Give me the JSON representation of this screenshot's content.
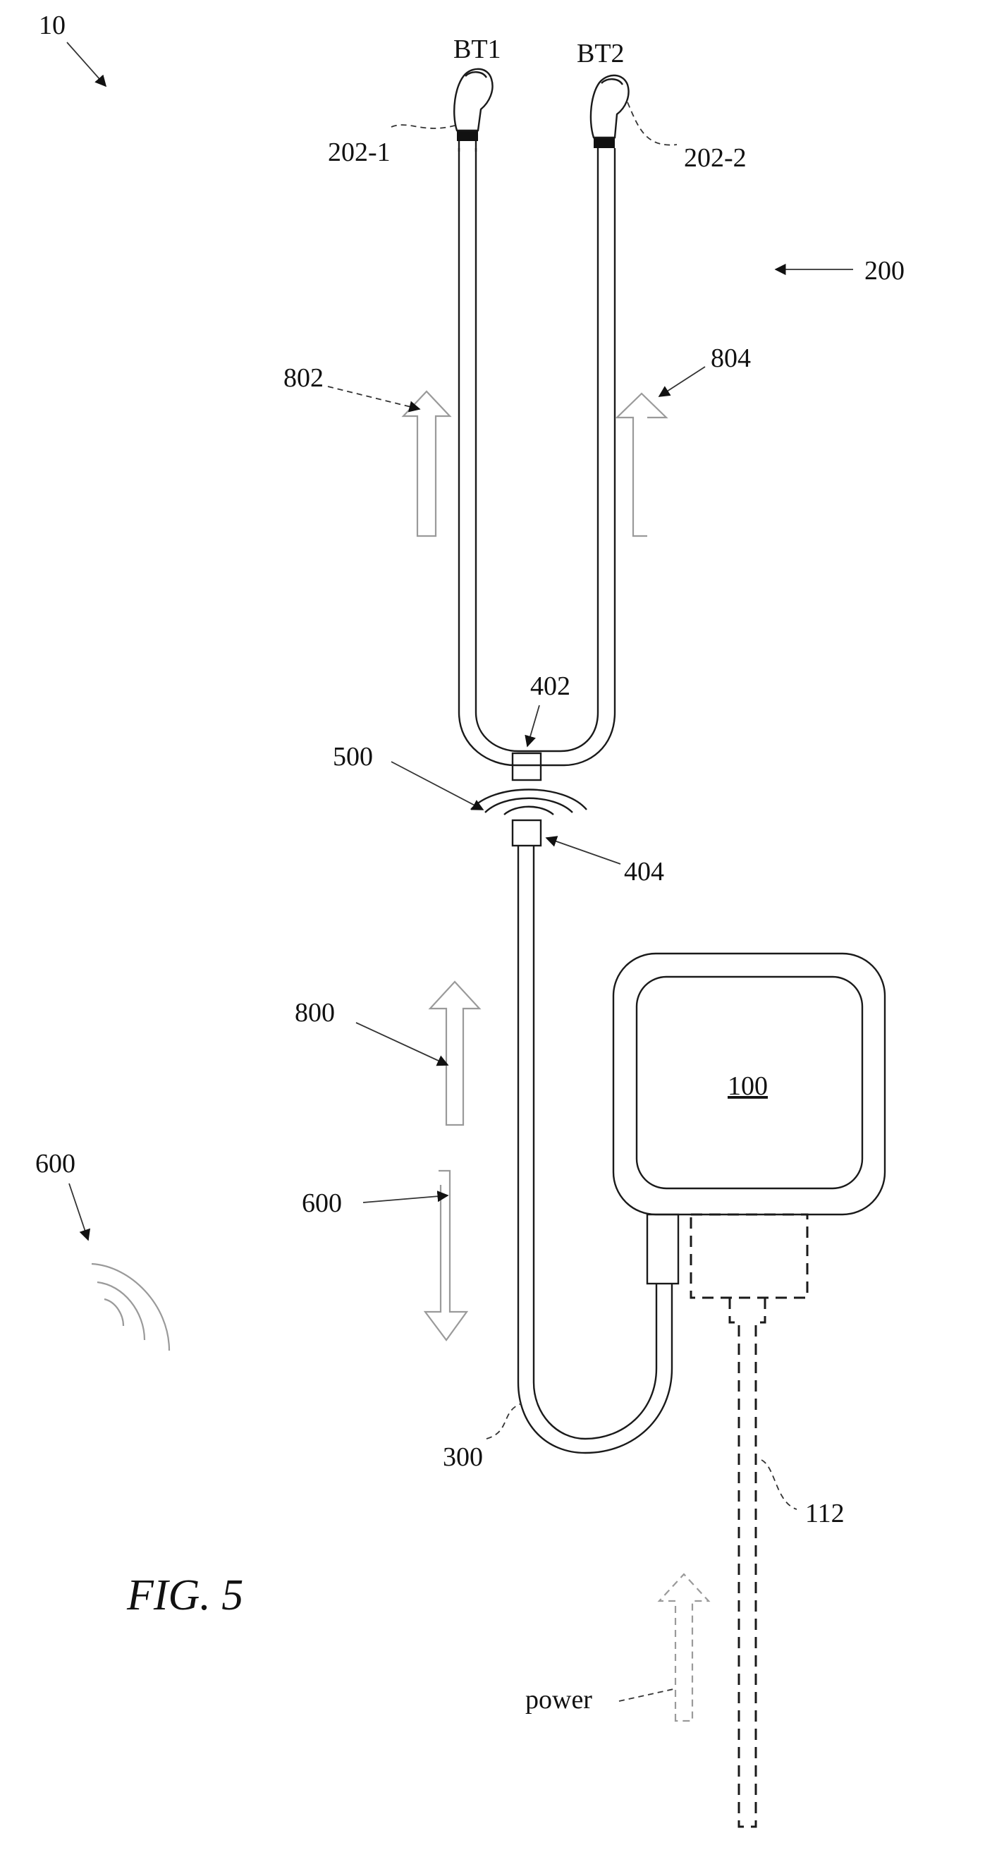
{
  "labels": {
    "system": "10",
    "earbud_left_name": "BT1",
    "earbud_right_name": "BT2",
    "earbud_left_ref": "202-1",
    "earbud_right_ref": "202-2",
    "headset": "200",
    "arrow_left_ref": "802",
    "arrow_right_ref": "804",
    "connector_top": "402",
    "connector_bottom": "404",
    "coupling": "500",
    "arrow_bi": "800",
    "arrow_down": "600",
    "wireless": "600",
    "device": "100",
    "cable": "300",
    "power_cable": "112",
    "power": "power",
    "figure": "FIG. 5"
  },
  "colors": {
    "line": "#1a1a1a",
    "faint_arrow": "#9a9a9a",
    "background": "#ffffff"
  }
}
